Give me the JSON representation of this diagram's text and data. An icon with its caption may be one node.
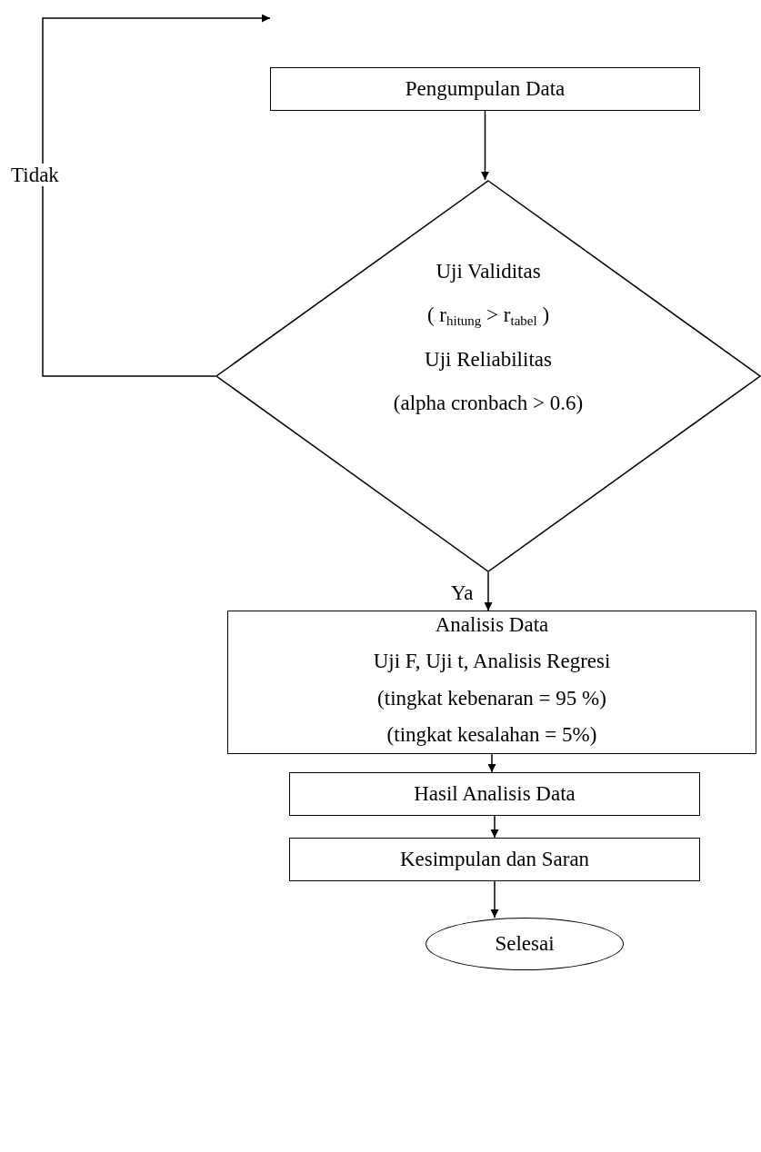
{
  "diagram": {
    "nodes": [
      {
        "text": [
          "Pengumpulan Data"
        ]
      },
      {
        "text": [
          "Uji Validitas",
          "( r$_{hitung}$ > r$_{tabel}$ )",
          "Uji Reliabilitas",
          "(alpha cronbach > 0.6)"
        ]
      },
      {
        "text": [
          "Analisis Data",
          "Uji F, Uji t, Analisis Regresi",
          "(tingkat kebenaran = 95 %)",
          "(tingkat kesalahan = 5%)"
        ]
      },
      {
        "text": [
          "Hasil Analisis Data"
        ]
      },
      {
        "text": [
          "Kesimpulan dan Saran"
        ]
      },
      {
        "text": [
          "Selesai"
        ]
      }
    ],
    "edges": [
      {
        "from": 0,
        "to": 1,
        "arrow": "to"
      },
      {
        "from": 1,
        "to": 2,
        "arrow": "to",
        "label": "Ya"
      },
      {
        "from": 2,
        "to": 3,
        "arrow": "to"
      },
      {
        "from": 3,
        "to": 4,
        "arrow": "to"
      },
      {
        "from": 4,
        "to": 5,
        "arrow": "to"
      },
      {
        "from": 1,
        "to": null,
        "arrow": "to",
        "label": "Tidak"
      }
    ]
  }
}
